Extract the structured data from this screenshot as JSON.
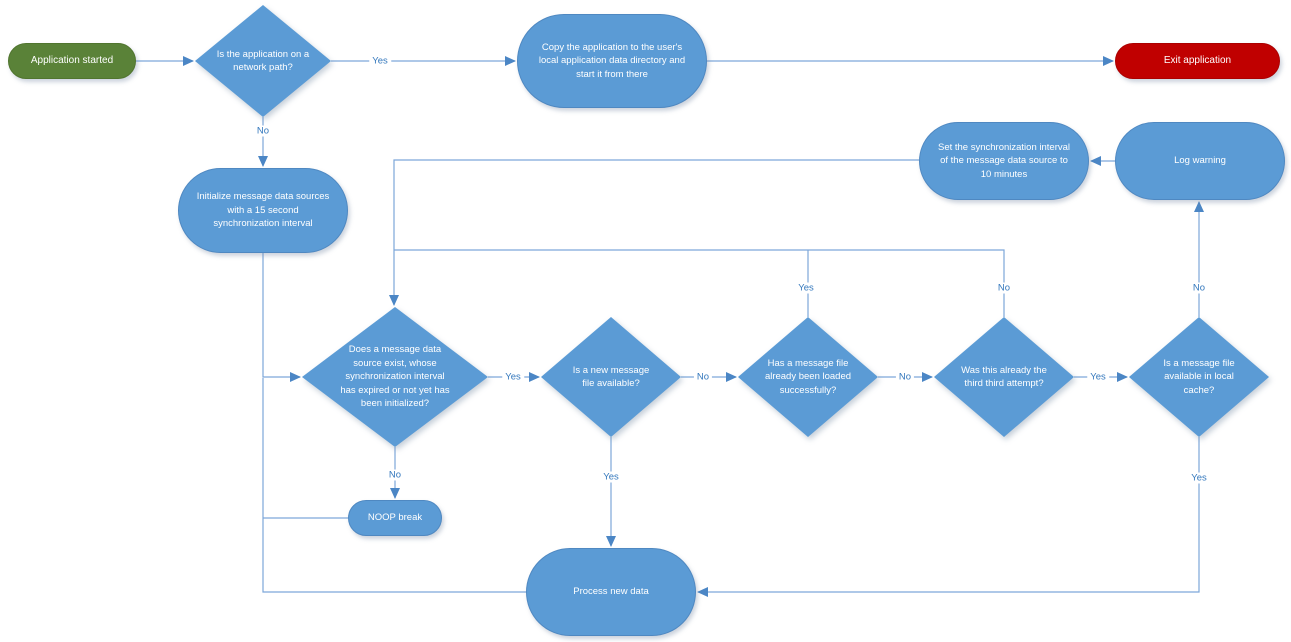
{
  "colors": {
    "process_fill": "#5b9bd5",
    "process_border": "#4f88c1",
    "start_fill": "#5a8238",
    "start_border": "#51752f",
    "exit_fill": "#c00000",
    "exit_border": "#ab0000",
    "connector": "#7da7d9",
    "arrowhead": "#4b86c5",
    "edge_label_text": "#3478bd",
    "node_text": "#ffffff"
  },
  "nodes": {
    "start": {
      "type": "start",
      "label": "Application started"
    },
    "network_path": {
      "type": "decision",
      "label": "Is the application on a network path?"
    },
    "copy_local": {
      "type": "process",
      "label": "Copy the application to the user's local application data directory and start it from there"
    },
    "exit": {
      "type": "end",
      "label": "Exit application"
    },
    "init_sources": {
      "type": "process",
      "label": "Initialize message data sources with a 15 second synchronization interval"
    },
    "source_expired": {
      "type": "decision",
      "label": "Does a message data source exist, whose synchronization interval has expired or not yet has been initialized?"
    },
    "new_file": {
      "type": "decision",
      "label": "Is a new message file available?"
    },
    "already_loaded": {
      "type": "decision",
      "label": "Has a message file already been loaded successfully?"
    },
    "third_attempt": {
      "type": "decision",
      "label": "Was this already the third third attempt?"
    },
    "local_cache": {
      "type": "decision",
      "label": "Is a message file available in local cache?"
    },
    "set_interval_10": {
      "type": "process",
      "label": "Set the synchronization interval of the message data source to 10 minutes"
    },
    "log_warning": {
      "type": "process",
      "label": "Log warning"
    },
    "noop_break": {
      "type": "process",
      "label": "NOOP break"
    },
    "process_new_data": {
      "type": "process",
      "label": "Process new data"
    }
  },
  "edges": {
    "start_to_network": {
      "from": "start",
      "to": "network_path",
      "label": ""
    },
    "network_yes": {
      "from": "network_path",
      "to": "copy_local",
      "label": "Yes"
    },
    "copy_to_exit": {
      "from": "copy_local",
      "to": "exit",
      "label": ""
    },
    "network_no": {
      "from": "network_path",
      "to": "init_sources",
      "label": "No"
    },
    "init_to_source_check": {
      "from": "init_sources",
      "to": "source_expired",
      "label": ""
    },
    "source_yes": {
      "from": "source_expired",
      "to": "new_file",
      "label": "Yes"
    },
    "source_no": {
      "from": "source_expired",
      "to": "noop_break",
      "label": "No"
    },
    "noop_loop": {
      "from": "noop_break",
      "to": "source_expired",
      "label": ""
    },
    "new_file_yes": {
      "from": "new_file",
      "to": "process_new_data",
      "label": "Yes"
    },
    "new_file_no": {
      "from": "new_file",
      "to": "already_loaded",
      "label": "No"
    },
    "loaded_yes": {
      "from": "already_loaded",
      "to": "source_expired",
      "label": "Yes"
    },
    "loaded_no": {
      "from": "already_loaded",
      "to": "third_attempt",
      "label": "No"
    },
    "third_no": {
      "from": "third_attempt",
      "to": "source_expired",
      "label": "No"
    },
    "third_yes": {
      "from": "third_attempt",
      "to": "local_cache",
      "label": "Yes"
    },
    "cache_no": {
      "from": "local_cache",
      "to": "log_warning",
      "label": "No"
    },
    "log_to_interval": {
      "from": "log_warning",
      "to": "set_interval_10",
      "label": ""
    },
    "interval_to_source": {
      "from": "set_interval_10",
      "to": "source_expired",
      "label": ""
    },
    "cache_yes": {
      "from": "local_cache",
      "to": "process_new_data",
      "label": "Yes"
    },
    "process_loop": {
      "from": "process_new_data",
      "to": "source_expired",
      "label": ""
    }
  }
}
